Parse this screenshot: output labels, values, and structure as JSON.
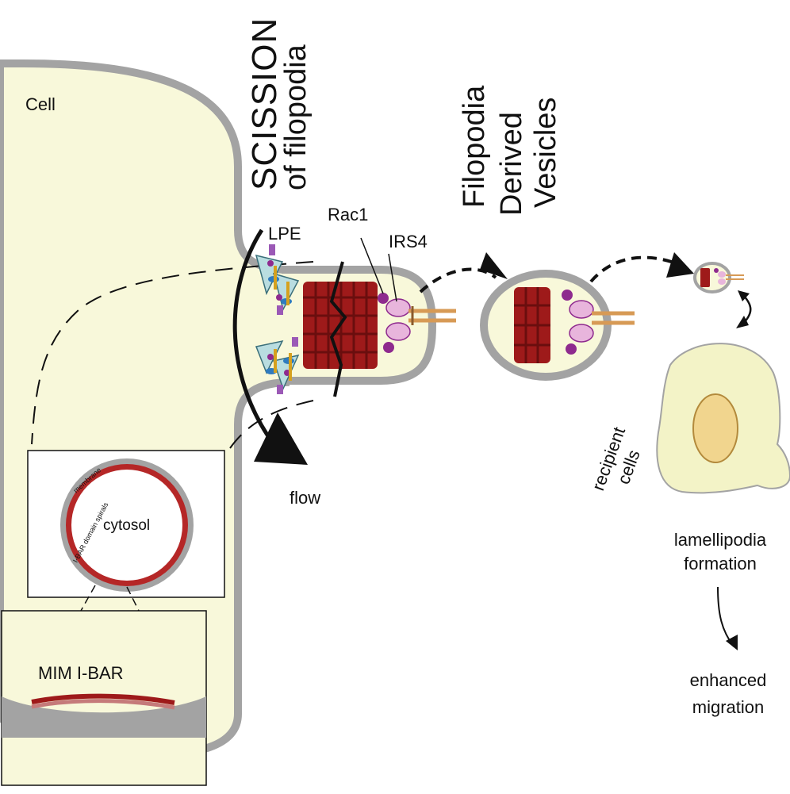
{
  "labels": {
    "cell": "Cell",
    "scission_line1": "SCISSION",
    "scission_line2": "of filopodia",
    "fdv_line1": "Filopodia",
    "fdv_line2": "Derived",
    "fdv_line3": "Vesicles",
    "lpe": "LPE",
    "rac1": "Rac1",
    "irs4": "IRS4",
    "flow": "flow",
    "cytosol": "cytosol",
    "membrane": "membrane",
    "ibar_spirals": "I-BAR domain spirals",
    "mim_ibar": "MIM I-BAR",
    "recipient_line1": "recipient",
    "recipient_line2": "cells",
    "lamellipodia_line1": "lamellipodia",
    "lamellipodia_line2": "formation",
    "enhanced_line1": "enhanced",
    "enhanced_line2": "migration"
  },
  "colors": {
    "cytoplasm": "#f8f8da",
    "membrane": "#a3a3a3",
    "ibar_red": "#9e1a1a",
    "ibar_dark": "#6a0e0e",
    "rac1_purple": "#8e2a8e",
    "irs4_pink": "#e8b5dc",
    "receptor_tan": "#d79a55",
    "nucleus": "#f1d58e"
  }
}
